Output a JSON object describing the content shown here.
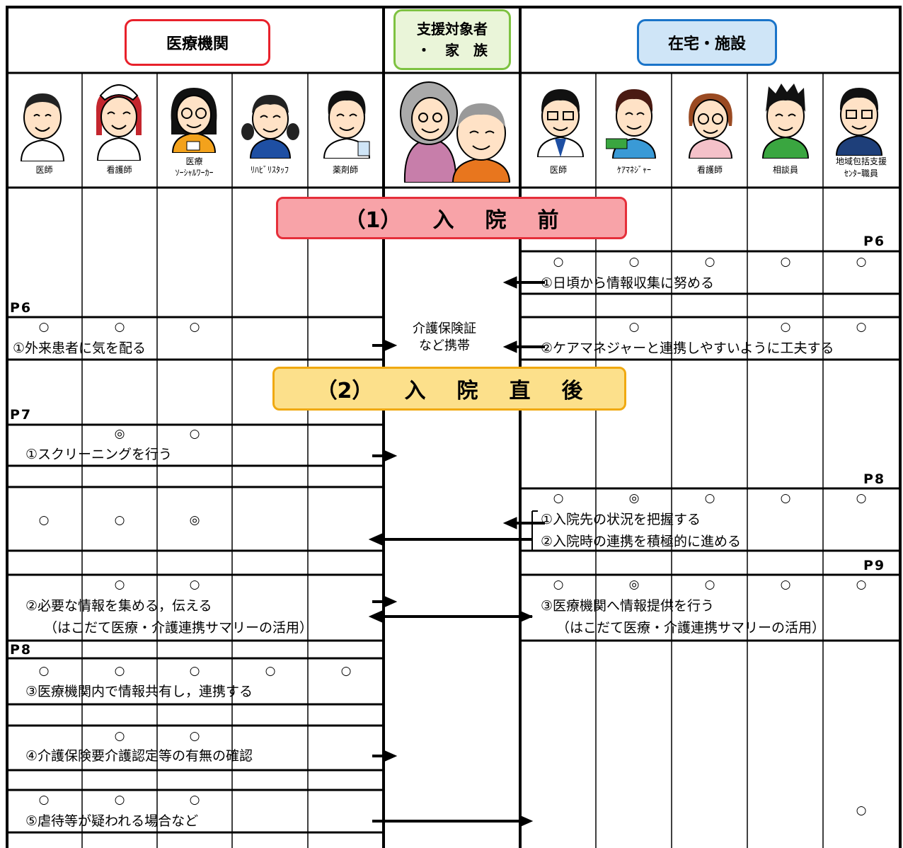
{
  "header": {
    "left_title": "医療機関",
    "center_title_line1": "支援対象者",
    "center_title_line2": "・　家　族",
    "right_title": "在宅・施設"
  },
  "roles": {
    "left": [
      {
        "label": "医師",
        "label2": ""
      },
      {
        "label": "看護師",
        "label2": ""
      },
      {
        "label": "医療",
        "label2": "ｿｰｼｬﾙﾜｰｶｰ"
      },
      {
        "label": "ﾘﾊﾋﾞﾘｽﾀｯﾌ",
        "label2": ""
      },
      {
        "label": "薬剤師",
        "label2": ""
      }
    ],
    "right": [
      {
        "label": "医師",
        "label2": ""
      },
      {
        "label": "ｹｱﾏﾈｼﾞｬｰ",
        "label2": ""
      },
      {
        "label": "看護師",
        "label2": ""
      },
      {
        "label": "相談員",
        "label2": ""
      },
      {
        "label": "地域包括支援",
        "label2": "ｾﾝﾀｰ職員"
      }
    ]
  },
  "sections": {
    "s1": [
      "（1）",
      "入",
      "院",
      "前"
    ],
    "s2": [
      "（2）",
      "入",
      "院",
      "直",
      "後"
    ]
  },
  "pages": {
    "p6r": "P6",
    "p6l": "P6",
    "p7": "P7",
    "p8r": "P8",
    "p9": "P9",
    "p8l": "P8"
  },
  "center_note": {
    "line1": "介護保険証",
    "line2": "など携帯"
  },
  "items": {
    "r1": "①日頃から情報収集に努める",
    "l1": "①外来患者に気を配る",
    "r2": "②ケアマネジャーと連携しやすいように工夫する",
    "l2a": "①スクリーニングを行う",
    "r3a": "①入院先の状況を把握する",
    "r3b": "②入院時の連携を積極的に進める",
    "l3a": "②必要な情報を集める，伝える",
    "l3b": "（はこだて医療・介護連携サマリーの活用）",
    "r4a": "③医療機関へ情報提供を行う",
    "r4b": "（はこだて医療・介護連携サマリーの活用）",
    "l4": "③医療機関内で情報共有し，連携する",
    "l5": "④介護保険要介護認定等の有無の確認",
    "l6": "⑤虐待等が疑われる場合など"
  },
  "marks": {
    "circle": "○",
    "double": "◎"
  },
  "colors": {
    "red_border": "#e8212b",
    "red_fill": "#ffffff",
    "green_border": "#7ec241",
    "blue_border": "#1a74c9",
    "blue_fill": "#cfe5f7",
    "banner1_fill": "#f8a3a8",
    "banner1_border": "#e52f3a",
    "banner2_fill": "#fce08b",
    "banner2_border": "#f0a911"
  }
}
